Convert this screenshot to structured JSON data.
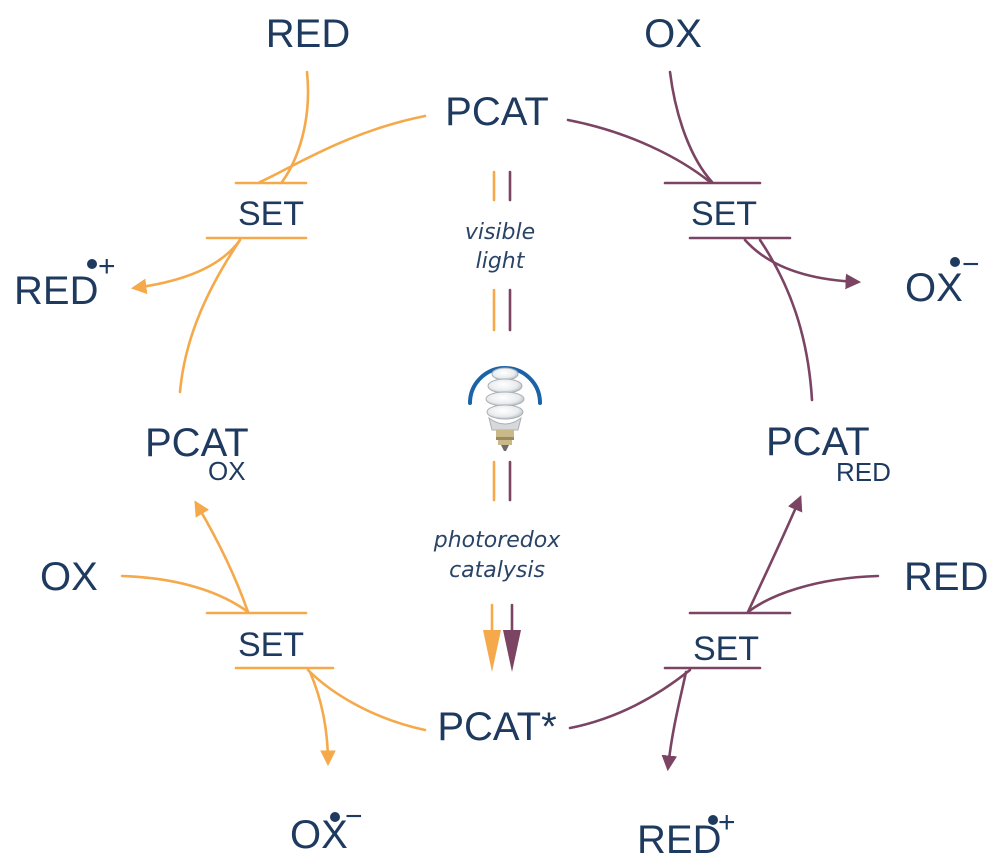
{
  "colors": {
    "oxidative_cycle": "#f5a94a",
    "reductive_cycle": "#7a4462",
    "text": "#1f3a5f",
    "lamp_ring": "#1b63a8"
  },
  "center": {
    "catalyst": "PCAT",
    "excited_catalyst": "PCAT*",
    "light_label_line1": "visible",
    "light_label_line2": "light",
    "process_label_line1": "photoredox",
    "process_label_line2": "catalysis",
    "lamp_icon": "cfl-bulb-icon"
  },
  "left_cycle": {
    "top_reagent": "RED",
    "top_set": "SET",
    "top_product_base": "RED",
    "top_product_charge": "+",
    "intermediate_base": "PCAT",
    "intermediate_subscript": "OX",
    "bottom_reagent": "OX",
    "bottom_set": "SET",
    "bottom_product_base": "OX",
    "bottom_product_charge": "−"
  },
  "right_cycle": {
    "top_reagent": "OX",
    "top_set": "SET",
    "top_product_base": "OX",
    "top_product_charge": "−",
    "intermediate_base": "PCAT",
    "intermediate_subscript": "RED",
    "bottom_reagent": "RED",
    "bottom_set": "SET",
    "bottom_product_base": "RED",
    "bottom_product_charge": "+"
  }
}
